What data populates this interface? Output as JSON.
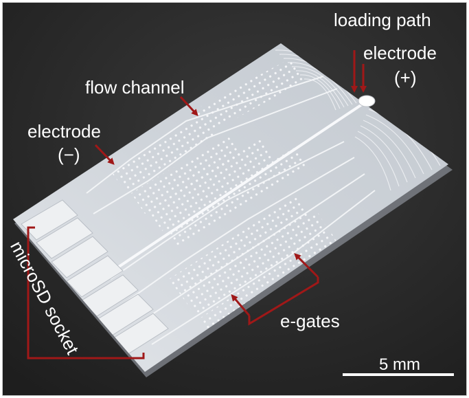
{
  "image": {
    "subject": "microfluidic chip on dark background",
    "colors": {
      "background": "#2a2a2a",
      "chip": "#d4d8de",
      "arrow": "#a01818",
      "text": "#ffffff"
    }
  },
  "labels": {
    "loading_path": "loading path",
    "electrode_plus_line1": "electrode",
    "electrode_plus_line2": "(+)",
    "flow_channel": "flow channel",
    "electrode_minus_line1": "electrode",
    "electrode_minus_line2": "(−)",
    "microsd_socket": "microSD socket",
    "e_gates": "e-gates",
    "scale_bar": "5 mm"
  }
}
